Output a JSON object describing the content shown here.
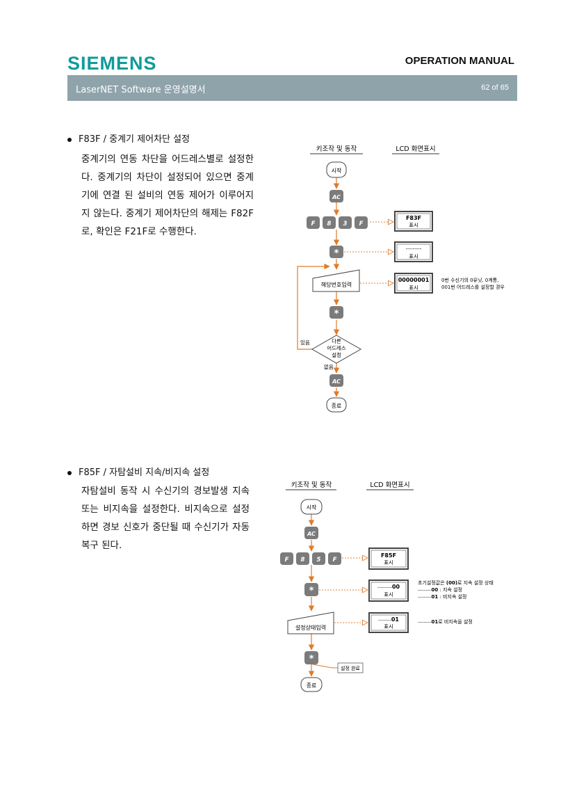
{
  "header": {
    "brand": "SIEMENS",
    "manual_label": "OPERATION MANUAL",
    "doc_title": "LaserNET Software  운영설명서",
    "page": "62 of 65"
  },
  "section1": {
    "heading": "F83F /  중계기 제어차단 설정",
    "paragraph": "중계기의 연동 차단을 어드레스별로 설정한다. 중계기의 차단이 설정되어 있으면 중계기에 연결 된 설비의 연동 제어가 이루어지지 않는다. 중계기 제어차단의 해제는 F82F로, 확인은 F21F로 수행한다.",
    "col_keys": "키조작 및 동작",
    "col_lcd": "LCD  화면표시",
    "start": "시작",
    "ac": "AC",
    "keys": [
      "F",
      "8",
      "3",
      "F"
    ],
    "star": "*",
    "input_label": "해당번호입력",
    "decision": [
      "다른",
      "어드레스",
      "설정"
    ],
    "yes": "있음",
    "no": "없음",
    "end": "종료",
    "lcd1_value": "F83F",
    "lcd2_value": "---------",
    "lcd3_value": "00000001",
    "lcd_sub": "표시",
    "note": [
      "0번 수신기의 0유닛, 0계통,",
      "001번 어드레스를 설정할 경우"
    ]
  },
  "section2": {
    "heading": "F85F /  자탐설비 지속/비지속 설정",
    "paragraph": "자탐설비 동작 시 수신기의 경보발생 지속 또는 비지속을 설정한다. 비지속으로 설정하면 경보 신호가 중단될 때 수신기가 자동 복구 된다.",
    "col_keys": "키조작 및 동작",
    "col_lcd": "LCD  화면표시",
    "start": "시작",
    "ac": "AC",
    "keys": [
      "F",
      "8",
      "5",
      "F"
    ],
    "star": "*",
    "input_label": "설정상태입력",
    "done": "설정 완료",
    "end": "종료",
    "lcd1_value": "F85F",
    "lcd2_dash": "---------",
    "lcd2_value": "00",
    "lcd3_dash": "--------",
    "lcd3_value": "01",
    "lcd_sub": "표시",
    "note1": {
      "text_a": "초기설정값은 ",
      "bold": "(00)",
      "text_b": "로 지속 설정 상태"
    },
    "note2": {
      "dash": "---------",
      "bold": "00",
      "text": " : 지속 설정"
    },
    "note3": {
      "dash": "---------",
      "bold": "01",
      "text": " : 비지속 설정"
    },
    "note4": {
      "dash": "---------",
      "bold": "01",
      "text": "로 비지속을 설정"
    }
  },
  "colors": {
    "brand": "#0f9b9b",
    "band": "#8fa3ab",
    "arrow": "#e07b2a",
    "key": "#7b7b7b"
  }
}
